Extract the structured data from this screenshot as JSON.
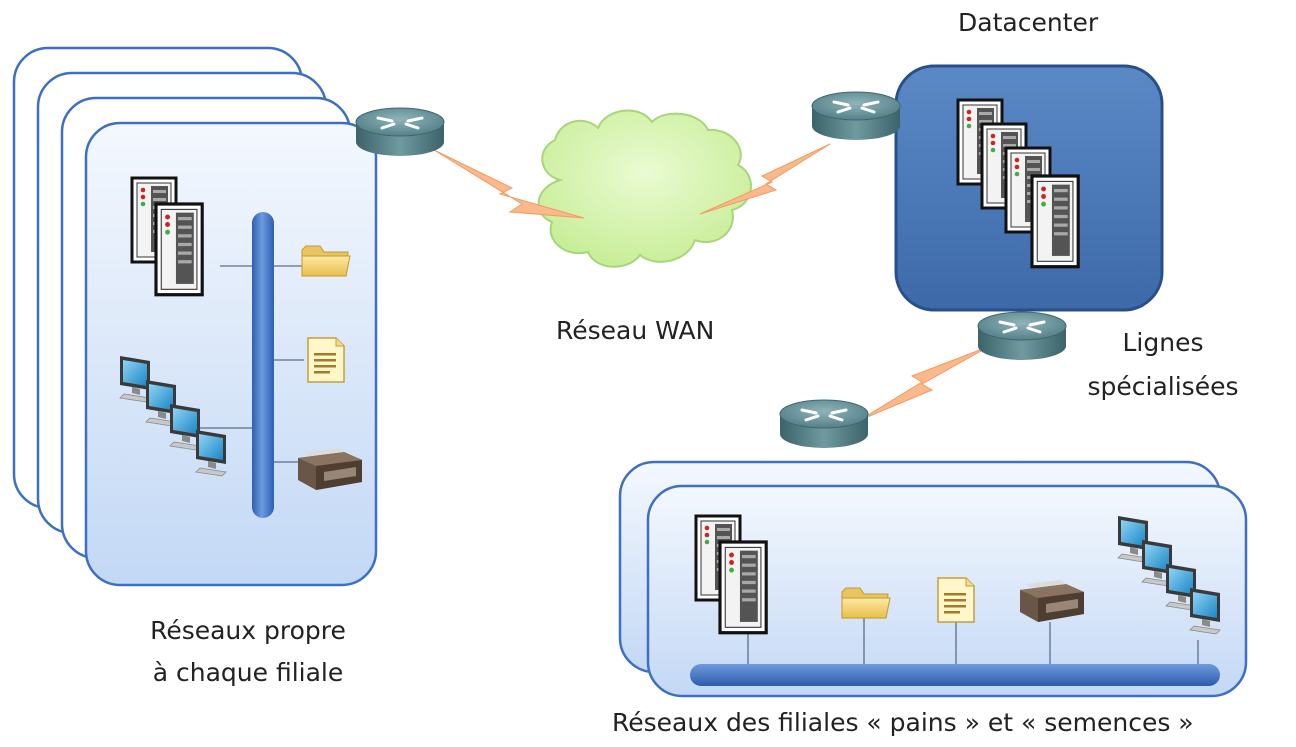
{
  "labels": {
    "datacenter": "Datacenter",
    "wan": "Réseau WAN",
    "leased_lines_1": "Lignes",
    "leased_lines_2": "spécialisées",
    "own_networks_1": "Réseaux propre",
    "own_networks_2": "à chaque filiale",
    "branch_networks": "Réseaux des filiales « pains » et « semences »"
  },
  "colors": {
    "panel_border": "#3d6fc4",
    "panel_fill_top": "#f2f7fe",
    "panel_fill_bottom": "#c6daf6",
    "datacenter_fill": "#4b79b8",
    "datacenter_border": "#274f8a",
    "cloud_fill": "#d2f2a8",
    "cloud_border": "#a6d67a",
    "bus": "#3c71c2",
    "link": "#f9b98a",
    "router": "#4f7f86"
  },
  "icons": [
    "router-icon",
    "server-icon",
    "monitor-icon",
    "folder-icon",
    "document-icon",
    "printer-icon",
    "wan-link-icon"
  ]
}
